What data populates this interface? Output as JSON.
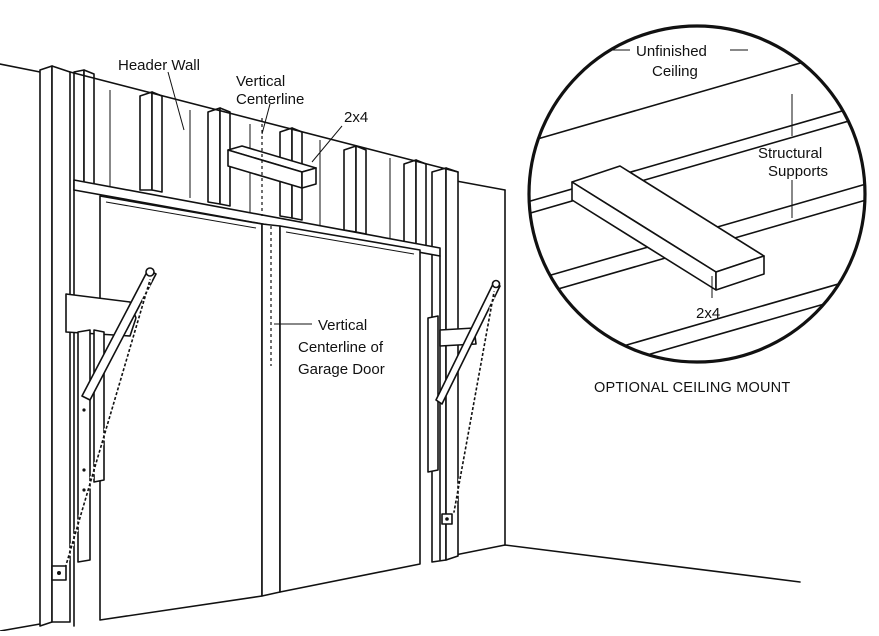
{
  "labels": {
    "header_wall": "Header Wall",
    "vertical_centerline_line1": "Vertical",
    "vertical_centerline_line2": "Centerline",
    "twobyfour_top": "2x4",
    "vertical_centerline_door_line1": "Vertical",
    "vertical_centerline_door_line2": "Centerline of",
    "vertical_centerline_door_line3": "Garage Door",
    "unfinished_ceiling_line1": "Unfinished",
    "unfinished_ceiling_line2": "Ceiling",
    "structural_supports_line1": "Structural",
    "structural_supports_line2": "Supports",
    "twobyfour_inset": "2x4",
    "optional_ceiling_mount": "OPTIONAL CEILING MOUNT"
  }
}
